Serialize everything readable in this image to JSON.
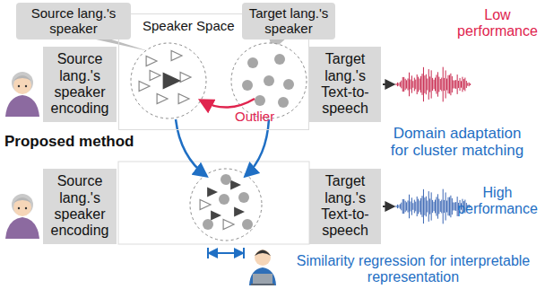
{
  "diagram": {
    "nodes": [
      {
        "text": [
          "Source lang.'s speaker"
        ]
      },
      {
        "text": [
          "Speaker Space"
        ]
      },
      {
        "text": [
          "Target lang.'s speaker"
        ]
      },
      {
        "text": [
          "Source lang.'s speaker encoding"
        ]
      },
      {
        "text": [
          "Target lang.'s Text-to-speech"
        ]
      },
      {
        "text": [
          "Source lang.'s speaker encoding"
        ]
      },
      {
        "text": [
          "Target lang.'s Text-to-speech"
        ]
      }
    ],
    "labels": [
      "Low performance",
      "Outlier",
      "Proposed method",
      "Domain adaptation for cluster matching",
      "High performance",
      "Similarity regression for interpretable representation"
    ]
  }
}
